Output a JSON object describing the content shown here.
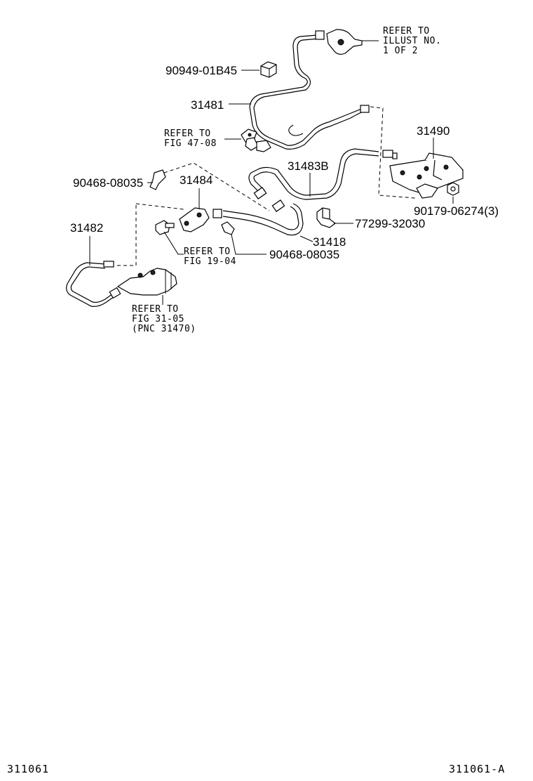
{
  "labels": {
    "p90949": "90949-01B45",
    "p31481": "31481",
    "p31490": "31490",
    "p31483b": "31483B",
    "p90468a": "90468-08035",
    "p31484": "31484",
    "p90179": "90179-06274(3)",
    "p77299": "77299-32030",
    "p31482": "31482",
    "p31418": "31418",
    "p90468b": "90468-08035"
  },
  "refs": {
    "illust": [
      "REFER TO",
      "ILLUST NO.",
      "1 OF 2"
    ],
    "fig4708": [
      "REFER TO",
      "FIG 47-08"
    ],
    "fig1904": [
      "REFER TO",
      "FIG 19-04"
    ],
    "fig3105": [
      "REFER TO",
      "FIG 31-05",
      "(PNC 31470)"
    ]
  },
  "footer": {
    "left_code": "311061",
    "right_code": "311061-A"
  }
}
